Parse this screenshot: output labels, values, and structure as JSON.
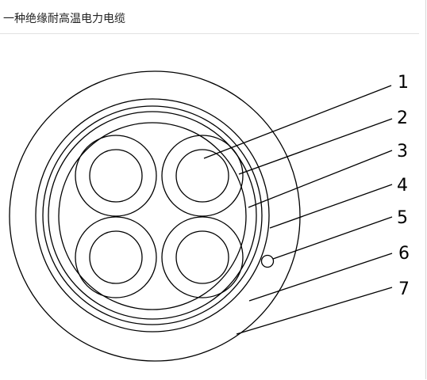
{
  "title": "一种绝缘耐高温电力电缆",
  "colors": {
    "stroke": "#000000",
    "background": "#ffffff",
    "divider": "#e2e2e2"
  },
  "callouts": [
    {
      "label": "1"
    },
    {
      "label": "2"
    },
    {
      "label": "3"
    },
    {
      "label": "4"
    },
    {
      "label": "5"
    },
    {
      "label": "6"
    },
    {
      "label": "7"
    }
  ]
}
